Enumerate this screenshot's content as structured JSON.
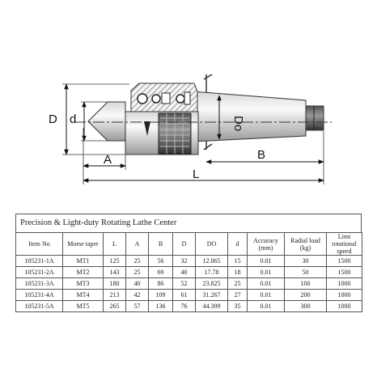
{
  "diagram": {
    "labels": {
      "D": "D",
      "d": "d",
      "Do": "Do",
      "A": "A",
      "B": "B",
      "L": "L"
    }
  },
  "table": {
    "title": "Precision & Light-duty Rotating Lathe Center",
    "headers": [
      "Item No",
      "Morse taper",
      "L",
      "A",
      "B",
      "D",
      "DO",
      "d",
      "Accuracy (mm)",
      "Radial load (kg)",
      "Limi rotational speed"
    ],
    "rows": [
      [
        "105231-1A",
        "MT1",
        "125",
        "25",
        "56",
        "32",
        "12.065",
        "15",
        "0.01",
        "30",
        "1500"
      ],
      [
        "105231-2A",
        "MT2",
        "143",
        "25",
        "69",
        "40",
        "17.78",
        "18",
        "0.01",
        "50",
        "1500"
      ],
      [
        "105231-3A",
        "MT3",
        "180",
        "40",
        "86",
        "52",
        "23.825",
        "25",
        "0.01",
        "100",
        "1000"
      ],
      [
        "105231-4A",
        "MT4",
        "213",
        "42",
        "109",
        "61",
        "31.267",
        "27",
        "0.01",
        "200",
        "1000"
      ],
      [
        "105231-5A",
        "MT5",
        "265",
        "57",
        "136",
        "76",
        "44.399",
        "35",
        "0.01",
        "300",
        "1000"
      ]
    ]
  }
}
